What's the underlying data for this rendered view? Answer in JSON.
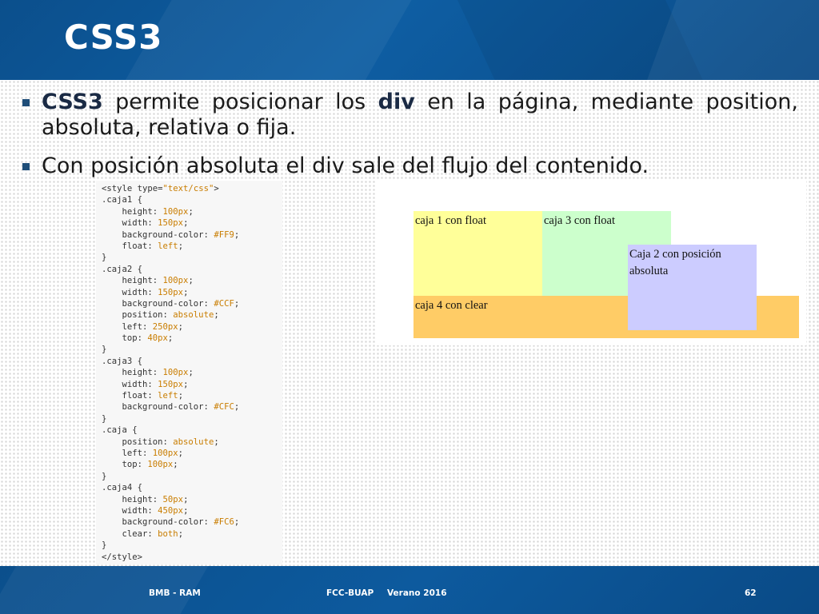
{
  "slide": {
    "title": "CSS3",
    "bullets": [
      {
        "parts": [
          {
            "text": "CSS3",
            "bold": true
          },
          {
            "text": " permite posicionar los "
          },
          {
            "text": "div",
            "bold": true
          },
          {
            "text": " en la página, mediante position, absoluta, relativa o fija."
          }
        ]
      },
      {
        "parts": [
          {
            "text": "Con posición absoluta el div sale del flujo del contenido."
          }
        ]
      }
    ]
  },
  "code_lines": [
    [
      [
        "tag",
        "<style "
      ],
      [
        "prop",
        "type="
      ],
      [
        "str",
        "\"text/css\""
      ],
      [
        "tag",
        ">"
      ]
    ],
    [
      [
        "sel",
        ".caja1 {"
      ]
    ],
    [
      [
        "prop",
        "    height: "
      ],
      [
        "val",
        "100px"
      ],
      [
        "prop",
        ";"
      ]
    ],
    [
      [
        "prop",
        "    width: "
      ],
      [
        "val",
        "150px"
      ],
      [
        "prop",
        ";"
      ]
    ],
    [
      [
        "prop",
        "    background-color: "
      ],
      [
        "val",
        "#FF9"
      ],
      [
        "prop",
        ";"
      ]
    ],
    [
      [
        "prop",
        "    float: "
      ],
      [
        "val",
        "left"
      ],
      [
        "prop",
        ";"
      ]
    ],
    [
      [
        "sel",
        "}"
      ]
    ],
    [
      [
        "sel",
        ".caja2 {"
      ]
    ],
    [
      [
        "prop",
        "    height: "
      ],
      [
        "val",
        "100px"
      ],
      [
        "prop",
        ";"
      ]
    ],
    [
      [
        "prop",
        "    width: "
      ],
      [
        "val",
        "150px"
      ],
      [
        "prop",
        ";"
      ]
    ],
    [
      [
        "prop",
        "    background-color: "
      ],
      [
        "val",
        "#CCF"
      ],
      [
        "prop",
        ";"
      ]
    ],
    [
      [
        "prop",
        "    position: "
      ],
      [
        "val",
        "absolute"
      ],
      [
        "prop",
        ";"
      ]
    ],
    [
      [
        "prop",
        "    left: "
      ],
      [
        "val",
        "250px"
      ],
      [
        "prop",
        ";"
      ]
    ],
    [
      [
        "prop",
        "    top: "
      ],
      [
        "val",
        "40px"
      ],
      [
        "prop",
        ";"
      ]
    ],
    [
      [
        "sel",
        "}"
      ]
    ],
    [
      [
        "sel",
        ".caja3 {"
      ]
    ],
    [
      [
        "prop",
        "    height: "
      ],
      [
        "val",
        "100px"
      ],
      [
        "prop",
        ";"
      ]
    ],
    [
      [
        "prop",
        "    width: "
      ],
      [
        "val",
        "150px"
      ],
      [
        "prop",
        ";"
      ]
    ],
    [
      [
        "prop",
        "    float: "
      ],
      [
        "val",
        "left"
      ],
      [
        "prop",
        ";"
      ]
    ],
    [
      [
        "prop",
        "    background-color: "
      ],
      [
        "val",
        "#CFC"
      ],
      [
        "prop",
        ";"
      ]
    ],
    [
      [
        "sel",
        "}"
      ]
    ],
    [
      [
        "sel",
        ".caja {"
      ]
    ],
    [
      [
        "prop",
        "    position: "
      ],
      [
        "val",
        "absolute"
      ],
      [
        "prop",
        ";"
      ]
    ],
    [
      [
        "prop",
        "    left: "
      ],
      [
        "val",
        "100px"
      ],
      [
        "prop",
        ";"
      ]
    ],
    [
      [
        "prop",
        "    top: "
      ],
      [
        "val",
        "100px"
      ],
      [
        "prop",
        ";"
      ]
    ],
    [
      [
        "sel",
        "}"
      ]
    ],
    [
      [
        "sel",
        ".caja4 {"
      ]
    ],
    [
      [
        "prop",
        "    height: "
      ],
      [
        "val",
        "50px"
      ],
      [
        "prop",
        ";"
      ]
    ],
    [
      [
        "prop",
        "    width: "
      ],
      [
        "val",
        "450px"
      ],
      [
        "prop",
        ";"
      ]
    ],
    [
      [
        "prop",
        "    background-color: "
      ],
      [
        "val",
        "#FC6"
      ],
      [
        "prop",
        ";"
      ]
    ],
    [
      [
        "prop",
        "    clear: "
      ],
      [
        "val",
        "both"
      ],
      [
        "prop",
        ";"
      ]
    ],
    [
      [
        "sel",
        "}"
      ]
    ],
    [
      [
        "tag",
        "</style>"
      ]
    ]
  ],
  "demo": {
    "box1": {
      "label": "caja 1 con float",
      "color": "#ffff99"
    },
    "box3": {
      "label": "caja 3 con float",
      "color": "#ccffcc"
    },
    "box2": {
      "label_line1": "Caja 2 con posición",
      "label_line2": "absoluta",
      "color": "#ccccff"
    },
    "box4": {
      "label": "caja 4 con clear",
      "color": "#ffcc66"
    }
  },
  "footer": {
    "author": "BMB - RAM",
    "institution": "FCC-BUAP",
    "term": "Verano 2016",
    "page_number": "62"
  },
  "colors": {
    "header_blue": "#0e5ea3",
    "bullet_marker": "#1f4e79",
    "code_value": "#c97d00"
  }
}
